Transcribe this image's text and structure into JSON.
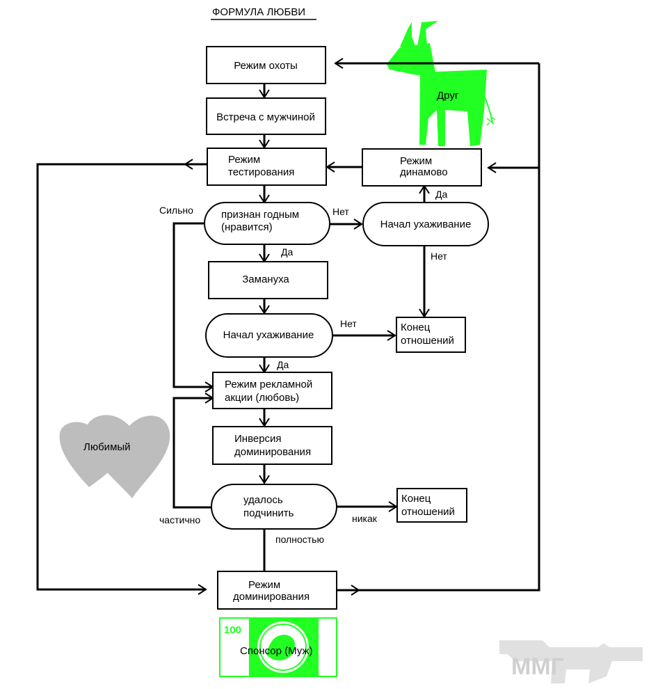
{
  "title": "ФОРМУЛА ЛЮБВИ",
  "nodes": {
    "hunt": "Режим охоты",
    "meet": "Встреча с мужчиной",
    "test": [
      "Режим",
      "тестирования"
    ],
    "dynamo": [
      "Режим",
      "динамово"
    ],
    "fit": [
      "признан годным",
      "(нравится)"
    ],
    "court_right": "Начал ухаживание",
    "lure": "Замануха",
    "court_mid": "Начал ухаживание",
    "end1": [
      "Конец",
      "отношений"
    ],
    "ad": [
      "Режим рекламной",
      "акции (любовь)"
    ],
    "inversion": [
      "Инверсия",
      "доминирования"
    ],
    "subdue": [
      "удалось",
      "подчинить"
    ],
    "end2": [
      "Конец",
      "отношений"
    ],
    "dominance": [
      "Режим",
      "доминирования"
    ]
  },
  "edge_labels": {
    "strongly": "Сильно",
    "no_fit": "Нет",
    "yes_fit": "Да",
    "yes_court_right": "Да",
    "no_court_right": "Нет",
    "no_court_mid": "Нет",
    "yes_court_mid": "Да",
    "partially": "частично",
    "none": "никак",
    "fully": "полностью"
  },
  "figures": {
    "friend_label": "Друг",
    "beloved_label": "Любимый",
    "sponsor_label": "Спонсор (Муж)",
    "banknote_value": "100",
    "watermark": "ММГ"
  },
  "colors": {
    "green": "#22ff22",
    "gray": "#bdbdbd",
    "watermark": "#e0e0e0"
  }
}
